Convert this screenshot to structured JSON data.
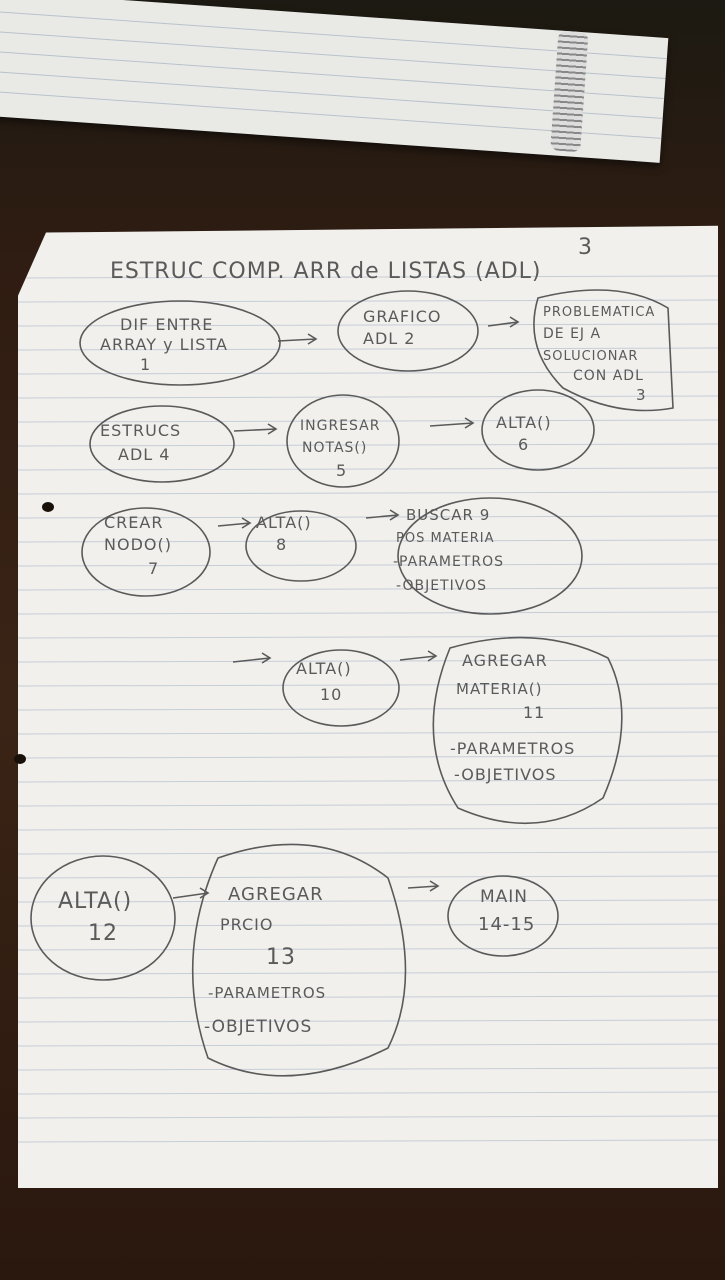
{
  "title": "ESTRUC COMP. ARR de LISTAS (ADL)",
  "page_number": "3",
  "nodes": [
    {
      "lines": [
        "DIF ENTRE",
        "ARRAY y LISTA",
        "1"
      ]
    },
    {
      "lines": [
        "GRAFICO",
        "ADL 2"
      ]
    },
    {
      "lines": [
        "PROBLEMATICA",
        "DE EJ A",
        "SOLUCIONAR",
        "CON ADL",
        "3"
      ]
    },
    {
      "lines": [
        "ESTRUCS",
        "ADL 4"
      ]
    },
    {
      "lines": [
        "INGRESAR",
        "NOTAS()",
        "5"
      ]
    },
    {
      "lines": [
        "ALTA()",
        "6"
      ]
    },
    {
      "lines": [
        "CREAR",
        "NODO()",
        "7"
      ]
    },
    {
      "lines": [
        "ALTA()",
        "8"
      ]
    },
    {
      "lines": [
        "BUSCAR 9",
        "POS MATERIA",
        "-PARAMETROS",
        "-OBJETIVOS"
      ]
    },
    {
      "lines": [
        "ALTA()",
        "10"
      ]
    },
    {
      "lines": [
        "AGREGAR",
        "MATERIA()",
        "11",
        "-PARAMETROS",
        "-OBJETIVOS"
      ]
    },
    {
      "lines": [
        "ALTA()",
        "12"
      ]
    },
    {
      "lines": [
        "AGREGAR",
        "PRCIO",
        "13",
        "-PARAMETROS",
        "-OBJETIVOS"
      ]
    },
    {
      "lines": [
        "MAIN",
        "14-15"
      ]
    }
  ]
}
